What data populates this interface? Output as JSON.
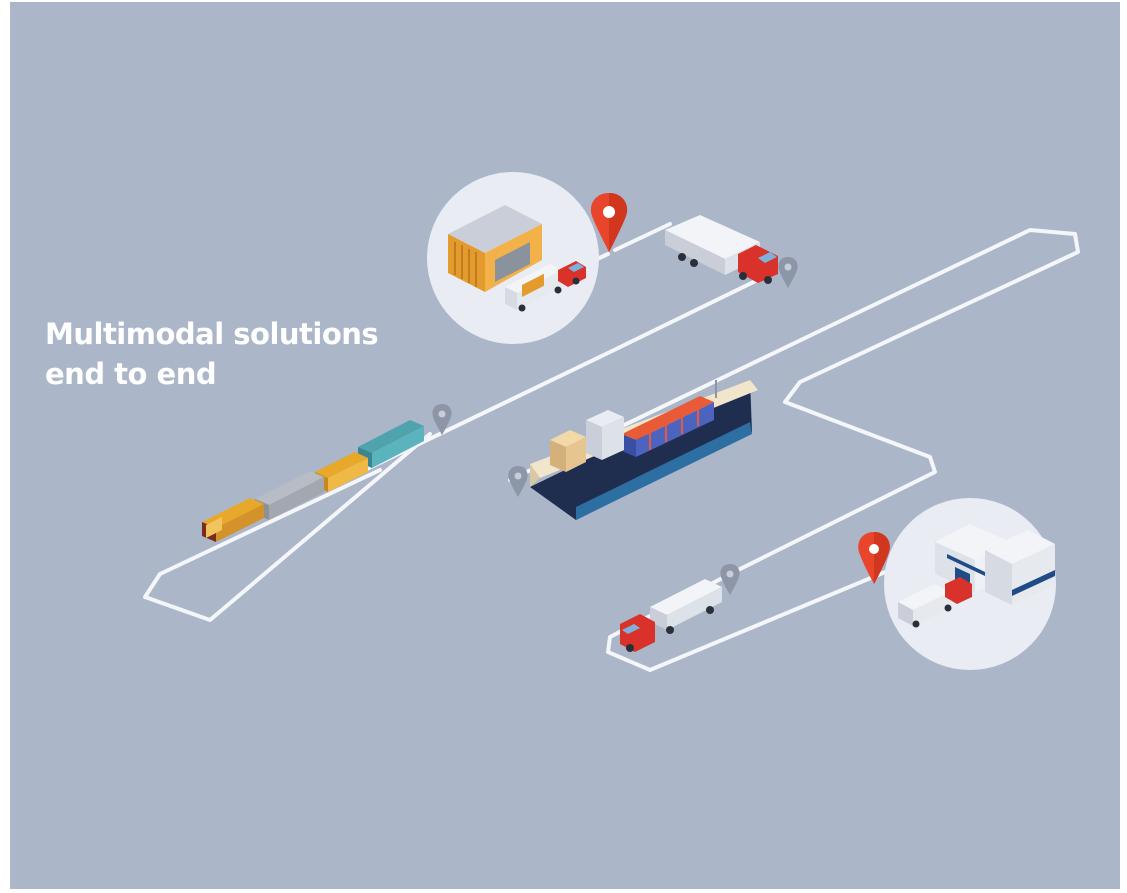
{
  "headline": {
    "line1": "Multimodal solutions",
    "line2": "end to end"
  },
  "colors": {
    "background": "#abb6c9",
    "route": "#f4f6fa",
    "circle": "#e9edf3",
    "pin_active": "#e8452c",
    "pin_waypoint": "#8c96a6",
    "truck_cab": "#d8322b",
    "ship_hull": "#1f2d4f",
    "containers": "#e85b36",
    "locomotive": "#e8a82a"
  },
  "scene": {
    "stops": [
      {
        "kind": "warehouse-origin",
        "icon": "warehouse-icon"
      },
      {
        "kind": "truck",
        "icon": "semi-truck-icon"
      },
      {
        "kind": "train",
        "icon": "freight-train-icon"
      },
      {
        "kind": "ship",
        "icon": "container-ship-icon"
      },
      {
        "kind": "truck",
        "icon": "semi-truck-icon"
      },
      {
        "kind": "warehouse-destination",
        "icon": "warehouse-icon"
      }
    ]
  }
}
